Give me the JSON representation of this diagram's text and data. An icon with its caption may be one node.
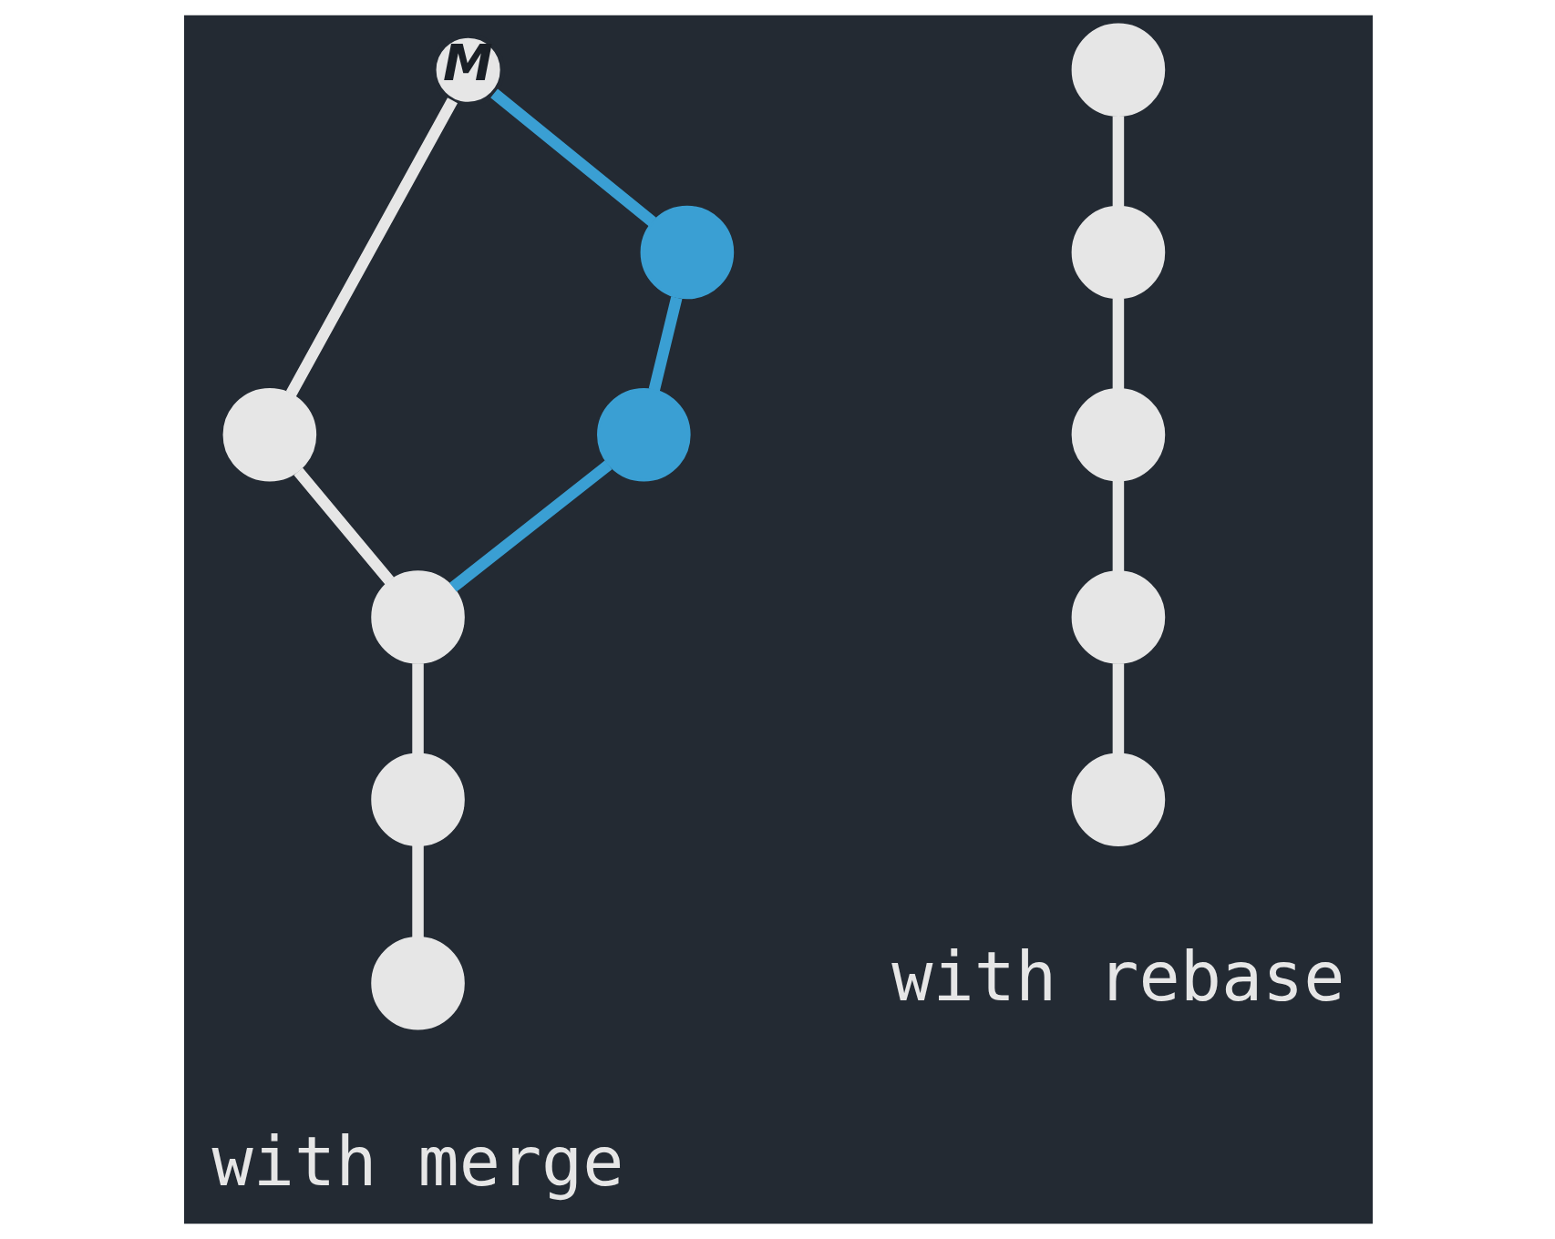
{
  "diagram": {
    "nodes": [
      {
        "text": [
          "M"
        ]
      },
      {
        "text": [],
        "shape": "circle"
      },
      {
        "text": [],
        "shape": "circle"
      },
      {
        "text": [],
        "shape": "circle"
      },
      {
        "text": [],
        "shape": "circle"
      },
      {
        "text": [],
        "shape": "circle"
      },
      {
        "text": [],
        "shape": "circle"
      },
      {
        "text": [],
        "shape": "circle"
      },
      {
        "text": [],
        "shape": "circle"
      },
      {
        "text": [],
        "shape": "circle"
      },
      {
        "text": [],
        "shape": "circle"
      },
      {
        "text": [],
        "shape": "circle"
      }
    ],
    "edges": [
      {
        "from": 0,
        "to": 1,
        "arrow": "none"
      },
      {
        "from": 1,
        "to": 2,
        "arrow": "none"
      },
      {
        "from": 2,
        "to": 3,
        "arrow": "none"
      },
      {
        "from": 3,
        "to": 4,
        "arrow": "none"
      },
      {
        "from": 0,
        "to": 5,
        "arrow": "none",
        "color": "#3a9fd3"
      },
      {
        "from": 5,
        "to": 6,
        "arrow": "none",
        "color": "#3a9fd3"
      },
      {
        "from": 6,
        "to": 2,
        "arrow": "none",
        "color": "#3a9fd3"
      },
      {
        "from": 7,
        "to": 8,
        "arrow": "none"
      },
      {
        "from": 8,
        "to": 9,
        "arrow": "none"
      },
      {
        "from": 9,
        "to": 10,
        "arrow": "none"
      },
      {
        "from": 10,
        "to": 11,
        "arrow": "none"
      }
    ],
    "labels": [
      "with merge",
      "with rebase"
    ]
  }
}
